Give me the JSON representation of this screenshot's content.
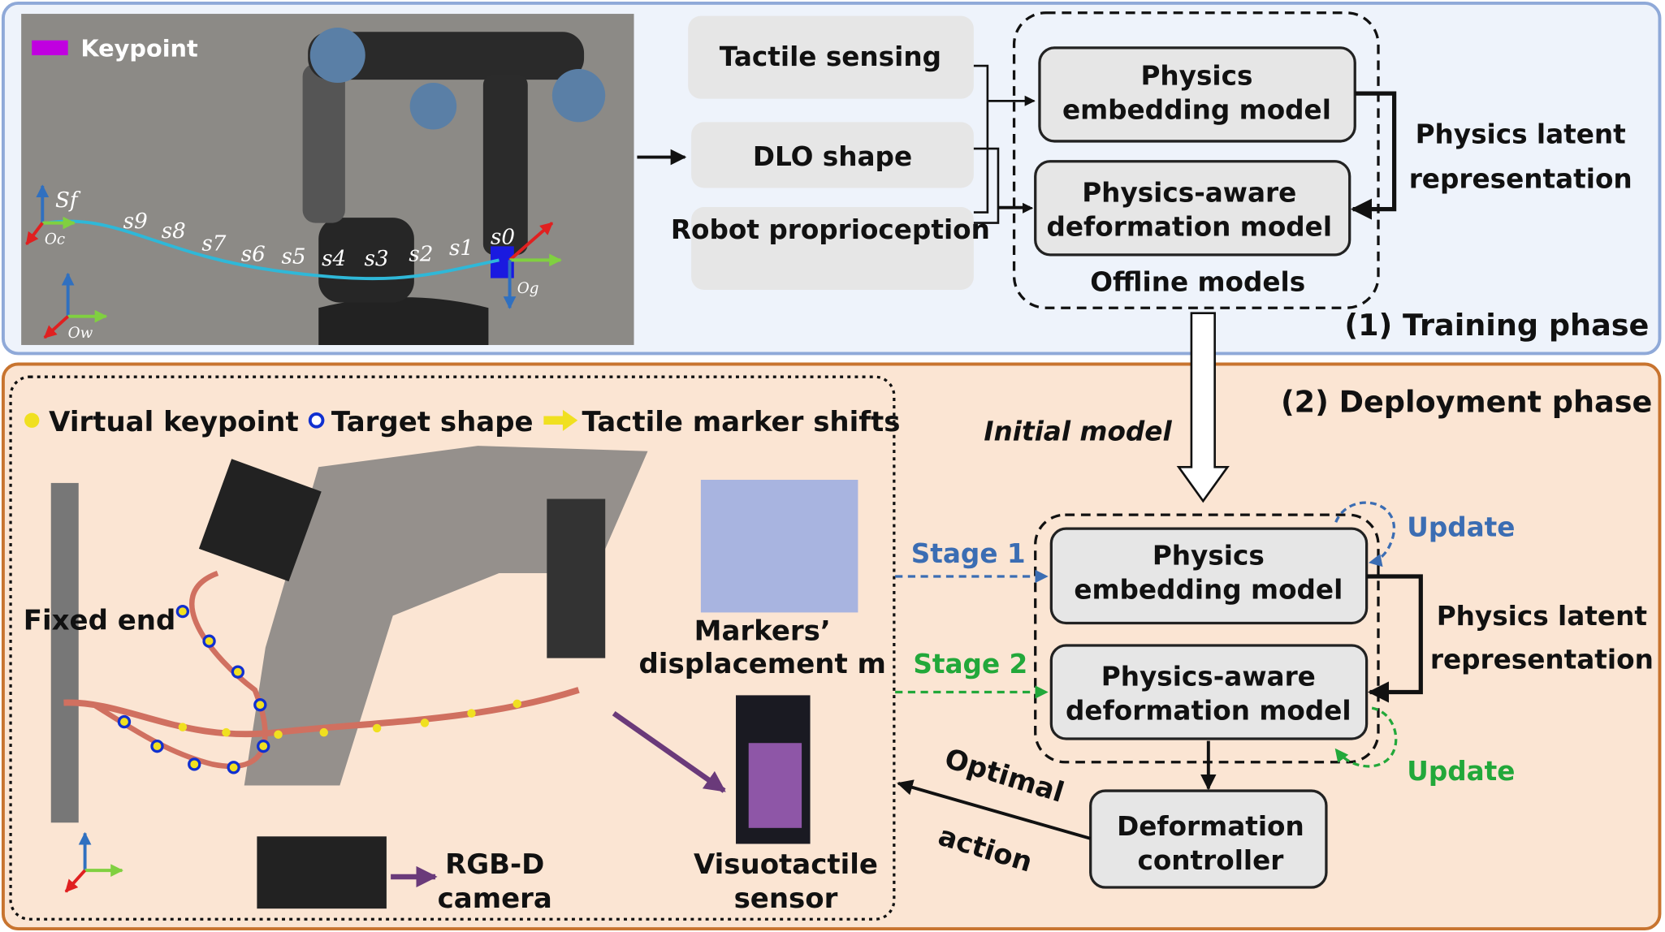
{
  "colors": {
    "training_border": "#8fa9d8",
    "training_bg": "#eef3fb",
    "deploy_border": "#c8742f",
    "deploy_bg": "#fbe5d3",
    "stage1": "#3b6db3",
    "stage2": "#22a83a",
    "keypoint": "#c000e0",
    "cable_top": "#2fb8d8",
    "cable_bottom": "#d07060",
    "virtual_keypoint": "#f0e020",
    "target_shape": "#1030d0"
  },
  "training": {
    "phase_label": "(1) Training phase",
    "legend_keypoint": "Keypoint",
    "keypoints": [
      "s9",
      "s8",
      "s7",
      "s6",
      "s5",
      "s4",
      "s3",
      "s2",
      "s1",
      "s0"
    ],
    "frames": {
      "fixed": "Sf",
      "camera": "Oc",
      "world": "Ow",
      "gripper": "Og"
    },
    "inputs": [
      "Tactile sensing",
      "DLO shape",
      "Robot proprioception"
    ],
    "models": {
      "physics_embedding": [
        "Physics",
        "embedding model"
      ],
      "deformation": [
        "Physics-aware",
        "deformation model"
      ],
      "group_label": "Offline models"
    },
    "latent": [
      "Physics latent",
      "representation"
    ]
  },
  "deployment": {
    "phase_label": "(2) Deployment phase",
    "legend": [
      "Virtual keypoint",
      "Target shape",
      "Tactile marker shifts"
    ],
    "fixed_end": "Fixed end",
    "markers_label": [
      "Markers’",
      "displacement m"
    ],
    "camera_label": [
      "RGB-D",
      "camera"
    ],
    "sensor_label": [
      "Visuotactile",
      "sensor"
    ],
    "initial_model": "Initial model",
    "stage1": "Stage 1",
    "stage2": "Stage 2",
    "update": "Update",
    "models": {
      "physics_embedding": [
        "Physics",
        "embedding model"
      ],
      "deformation": [
        "Physics-aware",
        "deformation model"
      ]
    },
    "latent": [
      "Physics latent",
      "representation"
    ],
    "controller": [
      "Deformation",
      "controller"
    ],
    "action": [
      "Optimal",
      "action"
    ]
  }
}
